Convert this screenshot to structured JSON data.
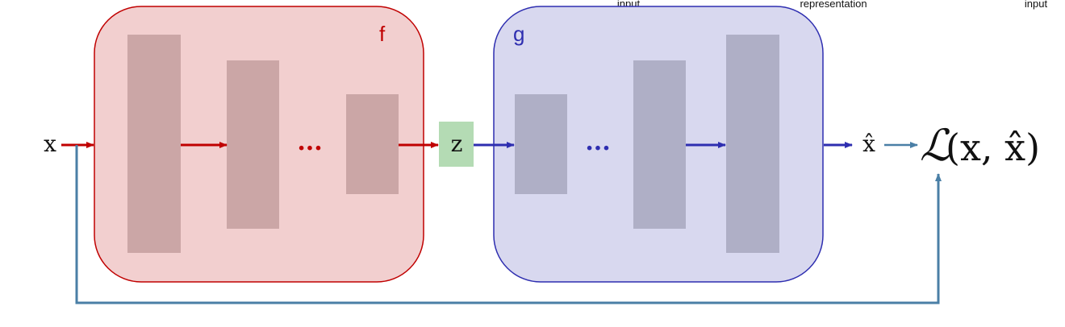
{
  "top_labels": {
    "input_1": "input",
    "representation": "representation",
    "input_2": "input"
  },
  "encoder": {
    "name": "f",
    "ellipsis": "..."
  },
  "decoder": {
    "name": "g",
    "ellipsis": "..."
  },
  "nodes": {
    "x": "x",
    "z": "z",
    "x_hat": "x̂"
  },
  "loss": {
    "symbol": "ℒ",
    "args": "(x, x̂)"
  },
  "colors": {
    "encoder_fill": "#f2cfcf",
    "encoder_stroke": "#c00000",
    "encoder_layer": "#cba6a6",
    "decoder_fill": "#d8d8ef",
    "decoder_stroke": "#2e2eb0",
    "decoder_layer": "#afafc6",
    "latent_fill": "#b4dbb4",
    "red_arrow": "#c00000",
    "blue_arrow": "#2e2eb0",
    "feedback_arrow": "#4a7fa6"
  }
}
